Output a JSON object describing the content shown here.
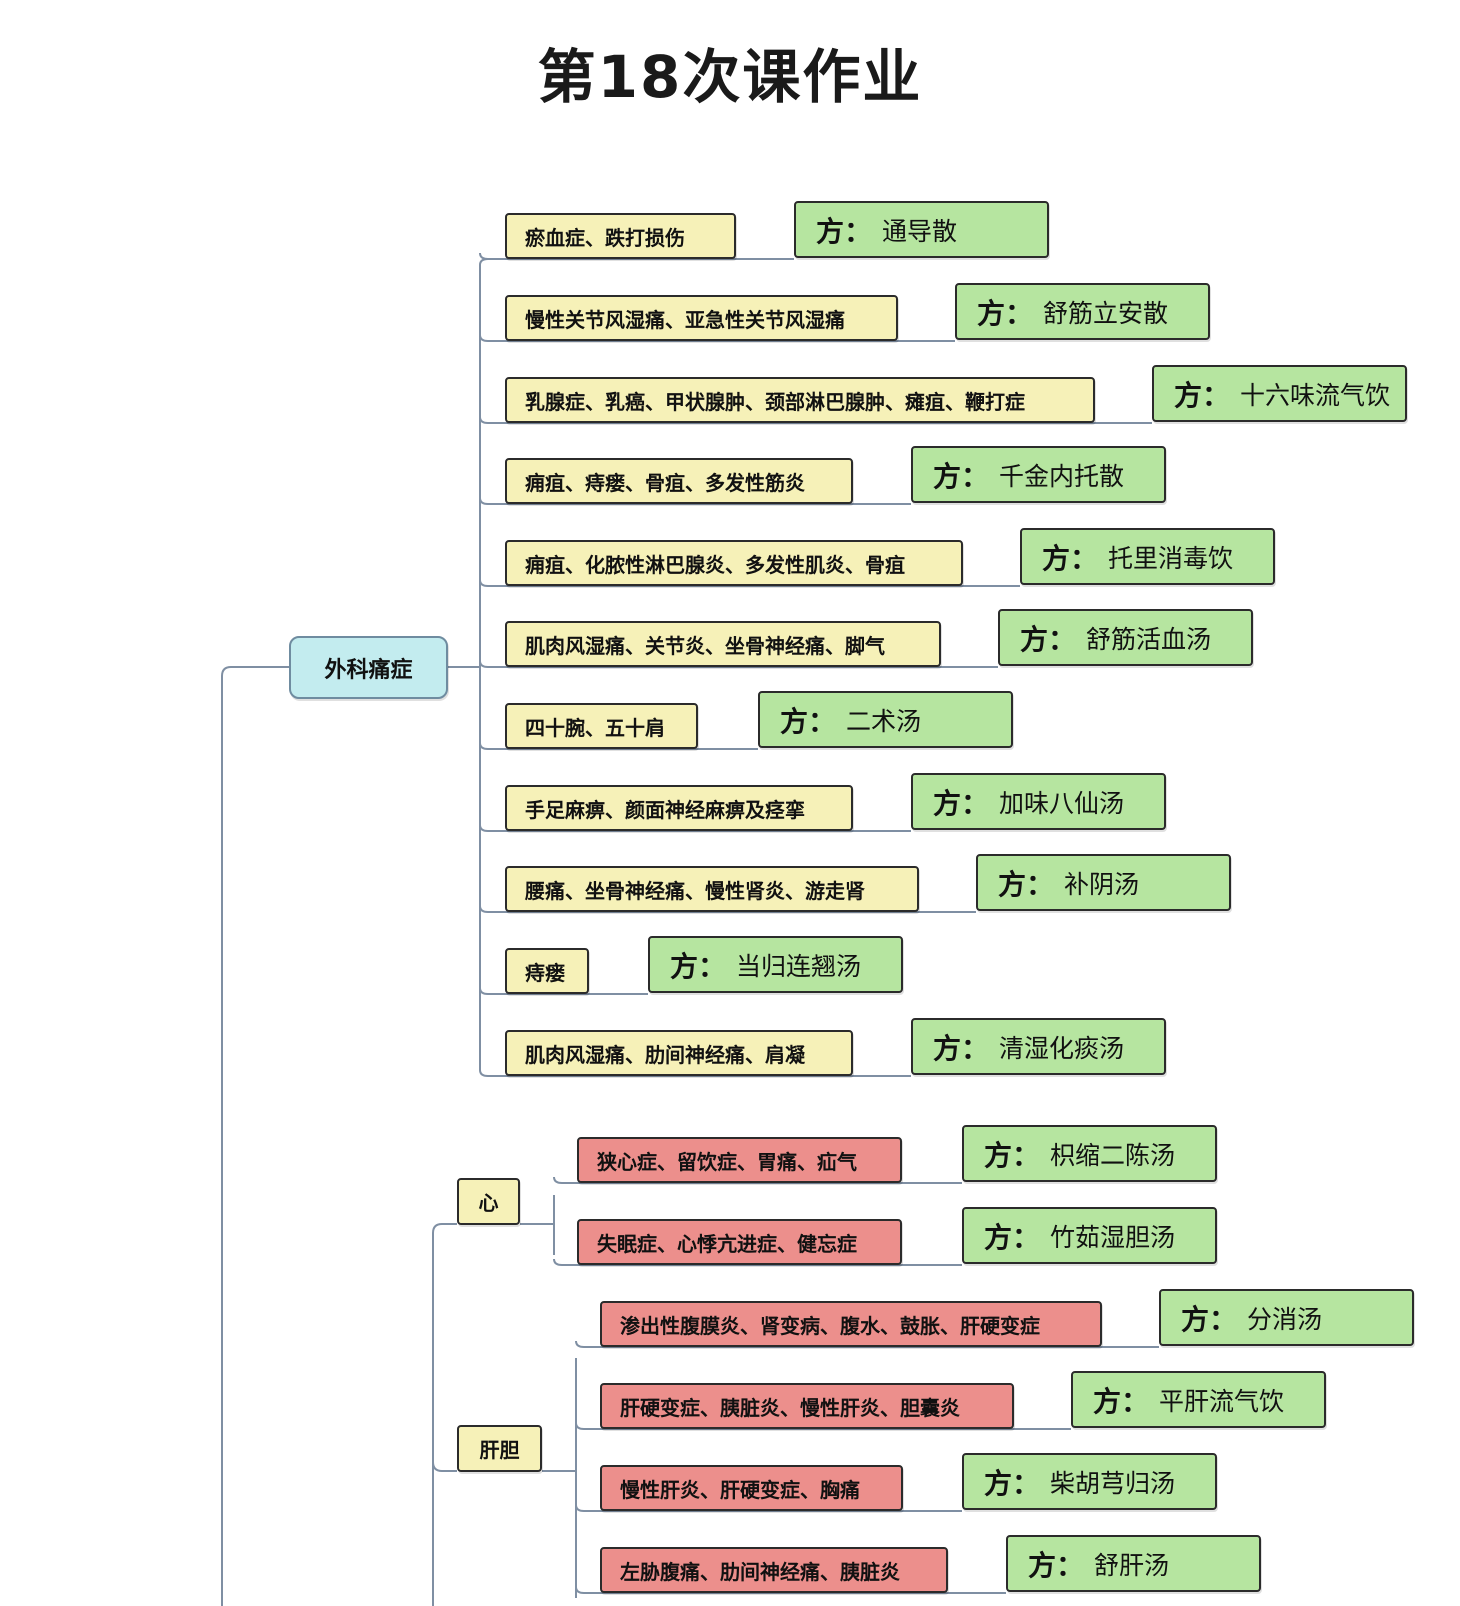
{
  "title": "第18次课作业",
  "root": "外科痛症",
  "rx_prefix": "方：",
  "surgical": [
    {
      "condition": "瘀血症、跌打损伤",
      "formula": "通导散"
    },
    {
      "condition": "慢性关节风湿痛、亚急性关节风湿痛",
      "formula": "舒筋立安散"
    },
    {
      "condition": "乳腺症、乳癌、甲状腺肿、颈部淋巴腺肿、瘫疽、鞭打症",
      "formula": "十六味流气饮"
    },
    {
      "condition": "痈疽、痔瘘、骨疽、多发性筋炎",
      "formula": "千金内托散"
    },
    {
      "condition": "痈疽、化脓性淋巴腺炎、多发性肌炎、骨疽",
      "formula": "托里消毒饮"
    },
    {
      "condition": "肌肉风湿痛、关节炎、坐骨神经痛、脚气",
      "formula": "舒筋活血汤"
    },
    {
      "condition": "四十腕、五十肩",
      "formula": "二术汤"
    },
    {
      "condition": "手足麻痹、颜面神经麻痹及痉挛",
      "formula": "加味八仙汤"
    },
    {
      "condition": "腰痛、坐骨神经痛、慢性肾炎、游走肾",
      "formula": "补阴汤"
    },
    {
      "condition": "痔瘘",
      "formula": "当归连翘汤"
    },
    {
      "condition": "肌肉风湿痛、肋间神经痛、肩凝",
      "formula": "清湿化痰汤"
    }
  ],
  "heart": {
    "label": "心",
    "items": [
      {
        "condition": "狭心症、留饮症、胃痛、疝气",
        "formula": "枳缩二陈汤"
      },
      {
        "condition": "失眠症、心悸亢进症、健忘症",
        "formula": "竹茹湿胆汤"
      }
    ]
  },
  "liver": {
    "label": "肝胆",
    "items": [
      {
        "condition": "渗出性腹膜炎、肾变病、腹水、鼓胀、肝硬变症",
        "formula": "分消汤"
      },
      {
        "condition": "肝硬变症、胰脏炎、慢性肝炎、胆囊炎",
        "formula": "平肝流气饮"
      },
      {
        "condition": "慢性肝炎、肝硬变症、胸痛",
        "formula": "柴胡芎归汤"
      },
      {
        "condition": "左胁腹痛、肋间神经痛、胰脏炎",
        "formula": "舒肝汤"
      }
    ]
  }
}
